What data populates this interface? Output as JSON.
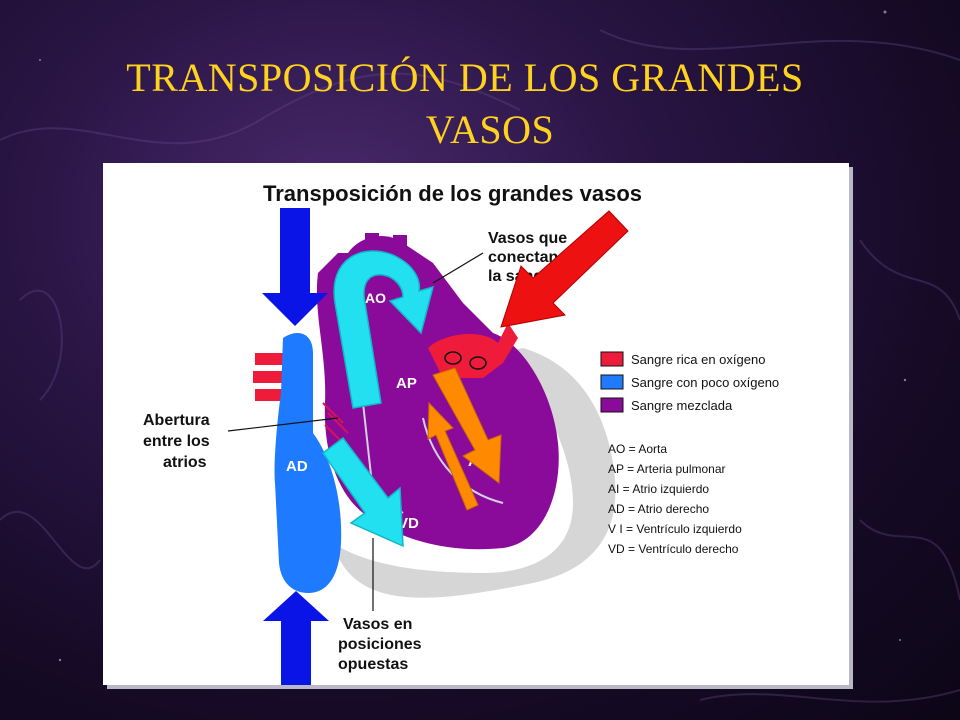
{
  "slide": {
    "title_line1": "TRANSPOSICIÓN DE LOS GRANDES",
    "title_line2": "VASOS"
  },
  "figure": {
    "heading": "Transposición de los grandes vasos",
    "callout_vessels_line1": "Vasos que",
    "callout_vessels_line2": "conectan",
    "callout_vessels_line3": "la sangre",
    "callout_opening_line1": "Abertura",
    "callout_opening_line2": "entre los",
    "callout_opening_line3": "atrios",
    "callout_opposite_line1": "Vasos en",
    "callout_opposite_line2": "posiciones",
    "callout_opposite_line3": "opuestas",
    "heart_labels": {
      "ao": "AO",
      "ap": "AP",
      "ad": "AD",
      "ai": "AI",
      "vd": "VD"
    },
    "legend": [
      {
        "label": "Sangre rica en oxígeno",
        "color": "#ee1c3a"
      },
      {
        "label": "Sangre con poco oxígeno",
        "color": "#1e7bff"
      },
      {
        "label": "Sangre mezclada",
        "color": "#8a0a9a"
      }
    ],
    "abbreviations": [
      "AO = Aorta",
      "AP = Arteria pulmonar",
      "AI  = Atrio izquierdo",
      "AD = Atrio derecho",
      "V I = Ventrículo izquierdo",
      "VD = Ventrículo derecho"
    ]
  },
  "colors": {
    "title": "#ffd21f",
    "oxygen_rich": "#ee1c3a",
    "low_oxygen": "#1e7bff",
    "mixed": "#8a0a9a",
    "arrow_blue": "#0a14e6",
    "arrow_cyan": "#22e0f0",
    "arrow_red": "#ee1111",
    "arrow_orange": "#ff8a00"
  }
}
